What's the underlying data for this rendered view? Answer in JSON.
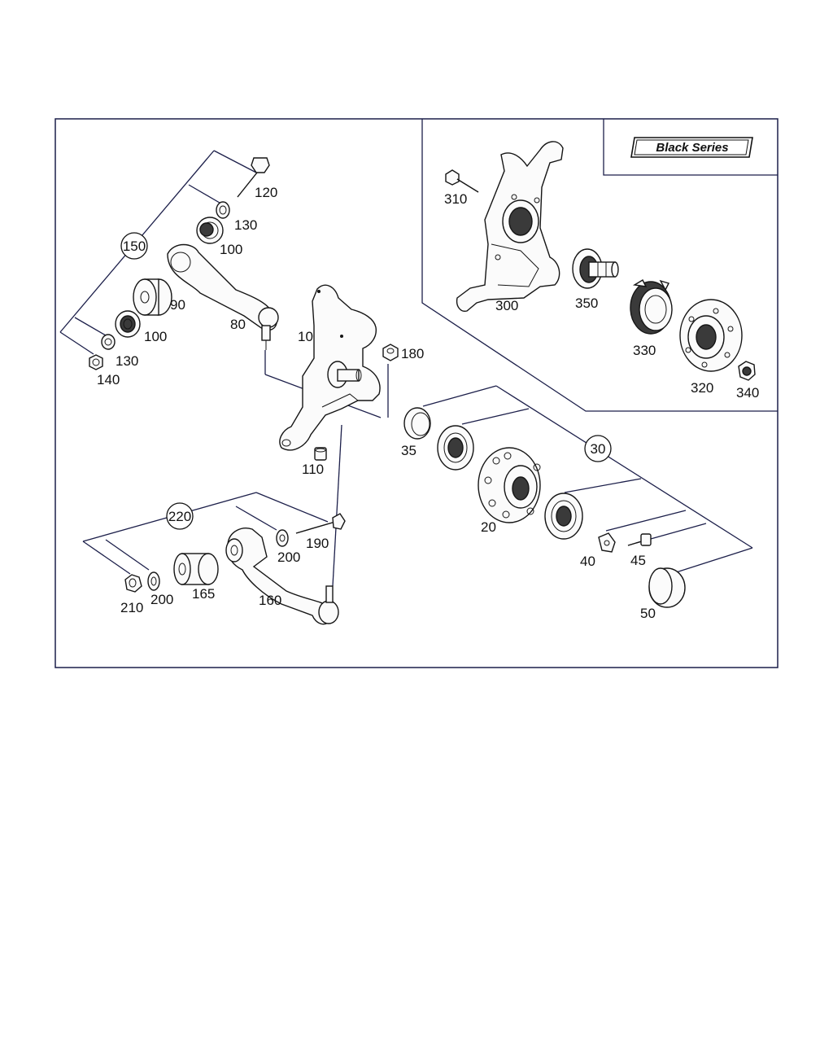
{
  "diagram": {
    "badge": "Black Series",
    "callouts": {
      "p10": "10",
      "p20": "20",
      "p30": "30",
      "p35": "35",
      "p40": "40",
      "p45": "45",
      "p50": "50",
      "p80": "80",
      "p90": "90",
      "p100a": "100",
      "p100b": "100",
      "p110": "110",
      "p120": "120",
      "p130a": "130",
      "p130b": "130",
      "p140": "140",
      "p150": "150",
      "p160": "160",
      "p165": "165",
      "p180": "180",
      "p190": "190",
      "p200a": "200",
      "p200b": "200",
      "p210": "210",
      "p220": "220",
      "p300": "300",
      "p310": "310",
      "p320": "320",
      "p330": "330",
      "p340": "340",
      "p350": "350"
    }
  }
}
